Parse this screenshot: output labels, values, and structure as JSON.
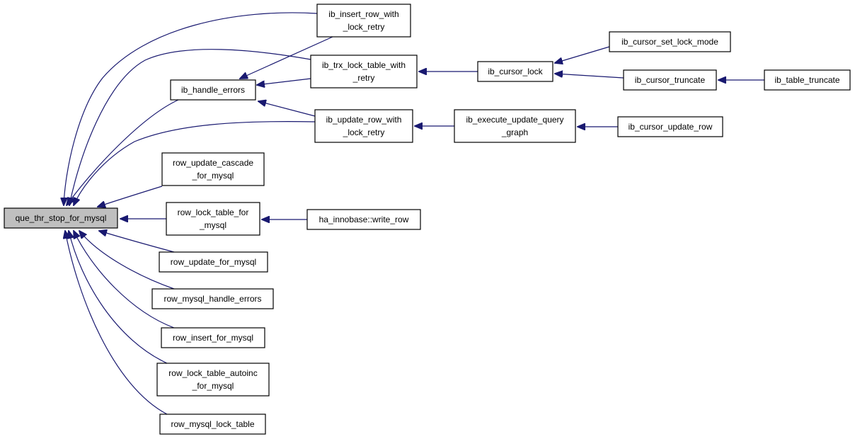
{
  "graph": {
    "colors": {
      "edge": "#191970",
      "root_fill": "#bfbfbf",
      "node_fill": "#ffffff",
      "node_stroke": "#000000"
    },
    "nodes": {
      "que_thr_stop_for_mysql": {
        "lines": [
          "que_thr_stop_for_mysql"
        ],
        "root": true
      },
      "ib_handle_errors": {
        "lines": [
          "ib_handle_errors"
        ]
      },
      "ib_insert_row_with_lock_retry": {
        "lines": [
          "ib_insert_row_with",
          "_lock_retry"
        ]
      },
      "ib_trx_lock_table_with_retry": {
        "lines": [
          "ib_trx_lock_table_with",
          "_retry"
        ]
      },
      "ib_update_row_with_lock_retry": {
        "lines": [
          "ib_update_row_with",
          "_lock_retry"
        ]
      },
      "ib_cursor_lock": {
        "lines": [
          "ib_cursor_lock"
        ]
      },
      "ib_cursor_set_lock_mode": {
        "lines": [
          "ib_cursor_set_lock_mode"
        ]
      },
      "ib_cursor_truncate": {
        "lines": [
          "ib_cursor_truncate"
        ]
      },
      "ib_table_truncate": {
        "lines": [
          "ib_table_truncate"
        ]
      },
      "ib_execute_update_query_graph": {
        "lines": [
          "ib_execute_update_query",
          "_graph"
        ]
      },
      "ib_cursor_update_row": {
        "lines": [
          "ib_cursor_update_row"
        ]
      },
      "row_update_cascade_for_mysql": {
        "lines": [
          "row_update_cascade",
          "_for_mysql"
        ]
      },
      "row_lock_table_for_mysql": {
        "lines": [
          "row_lock_table_for",
          "_mysql"
        ]
      },
      "ha_innobase_write_row": {
        "lines": [
          "ha_innobase::write_row"
        ]
      },
      "row_update_for_mysql": {
        "lines": [
          "row_update_for_mysql"
        ]
      },
      "row_mysql_handle_errors": {
        "lines": [
          "row_mysql_handle_errors"
        ]
      },
      "row_insert_for_mysql": {
        "lines": [
          "row_insert_for_mysql"
        ]
      },
      "row_lock_table_autoinc_for_mysql": {
        "lines": [
          "row_lock_table_autoinc",
          "_for_mysql"
        ]
      },
      "row_mysql_lock_table": {
        "lines": [
          "row_mysql_lock_table"
        ]
      }
    },
    "edges": [
      {
        "from": "ib_handle_errors",
        "to": "que_thr_stop_for_mysql"
      },
      {
        "from": "ib_insert_row_with_lock_retry",
        "to": "que_thr_stop_for_mysql"
      },
      {
        "from": "ib_trx_lock_table_with_retry",
        "to": "que_thr_stop_for_mysql"
      },
      {
        "from": "ib_update_row_with_lock_retry",
        "to": "que_thr_stop_for_mysql"
      },
      {
        "from": "row_update_cascade_for_mysql",
        "to": "que_thr_stop_for_mysql"
      },
      {
        "from": "row_lock_table_for_mysql",
        "to": "que_thr_stop_for_mysql"
      },
      {
        "from": "row_update_for_mysql",
        "to": "que_thr_stop_for_mysql"
      },
      {
        "from": "row_mysql_handle_errors",
        "to": "que_thr_stop_for_mysql"
      },
      {
        "from": "row_insert_for_mysql",
        "to": "que_thr_stop_for_mysql"
      },
      {
        "from": "row_lock_table_autoinc_for_mysql",
        "to": "que_thr_stop_for_mysql"
      },
      {
        "from": "row_mysql_lock_table",
        "to": "que_thr_stop_for_mysql"
      },
      {
        "from": "ib_insert_row_with_lock_retry",
        "to": "ib_handle_errors"
      },
      {
        "from": "ib_trx_lock_table_with_retry",
        "to": "ib_handle_errors"
      },
      {
        "from": "ib_update_row_with_lock_retry",
        "to": "ib_handle_errors"
      },
      {
        "from": "ib_cursor_lock",
        "to": "ib_trx_lock_table_with_retry"
      },
      {
        "from": "ib_cursor_set_lock_mode",
        "to": "ib_cursor_lock"
      },
      {
        "from": "ib_cursor_truncate",
        "to": "ib_cursor_lock"
      },
      {
        "from": "ib_table_truncate",
        "to": "ib_cursor_truncate"
      },
      {
        "from": "ib_execute_update_query_graph",
        "to": "ib_update_row_with_lock_retry"
      },
      {
        "from": "ib_cursor_update_row",
        "to": "ib_execute_update_query_graph"
      },
      {
        "from": "ha_innobase_write_row",
        "to": "row_lock_table_for_mysql"
      }
    ]
  }
}
